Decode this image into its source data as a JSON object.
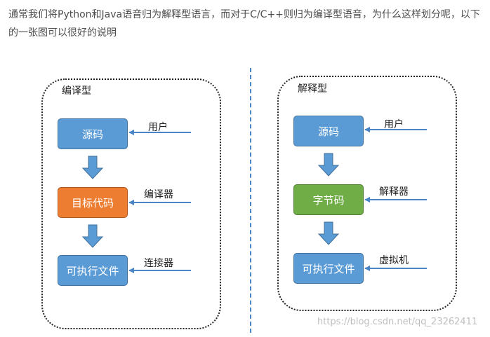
{
  "intro": {
    "text": "通常我们将Python和Java语音归为解释型语言，而对于C/C++则归为编译型语音，为什么这样划分呢，以下的一张图可以很好的说明"
  },
  "diagram": {
    "compiled": {
      "title": "编译型",
      "steps": [
        "源码",
        "目标代码",
        "可执行文件"
      ],
      "labels": [
        "用户",
        "编译器",
        "连接器"
      ]
    },
    "interpreted": {
      "title": "解释型",
      "steps": [
        "源码",
        "字节码",
        "可执行文件"
      ],
      "labels": [
        "用户",
        "解释器",
        "虚拟机"
      ]
    },
    "colors": {
      "blue": "#5b9bd5",
      "orange": "#ed7d31",
      "green": "#70ad47",
      "arrow_line": "#4a86c5"
    }
  },
  "watermark": "https://blog.csdn.net/qq_23262411"
}
